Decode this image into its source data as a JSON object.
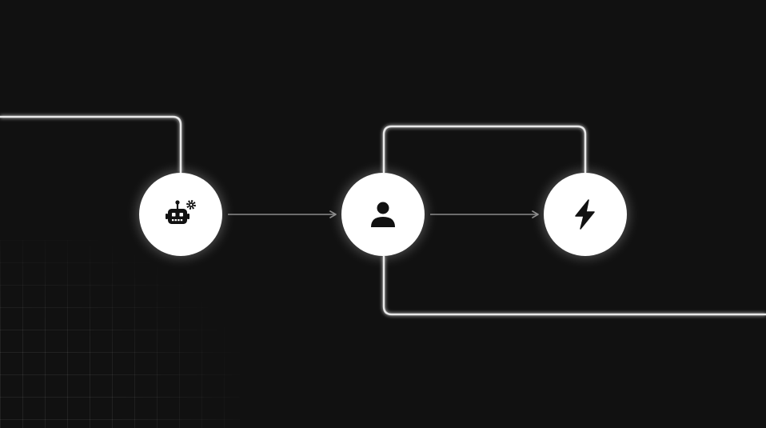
{
  "diagram": {
    "nodes": [
      {
        "id": "robot",
        "icon": "robot-icon"
      },
      {
        "id": "user",
        "icon": "user-icon"
      },
      {
        "id": "action",
        "icon": "lightning-bolt-icon"
      }
    ],
    "edges": [
      {
        "from": "robot",
        "to": "user",
        "style": "arrow"
      },
      {
        "from": "user",
        "to": "action",
        "style": "arrow"
      }
    ],
    "colors": {
      "background": "#111111",
      "node_fill": "#ffffff",
      "icon": "#111111",
      "wire": "#e8e8e8",
      "arrow": "#8a8a8a",
      "grid": "#2a2a2a"
    }
  }
}
